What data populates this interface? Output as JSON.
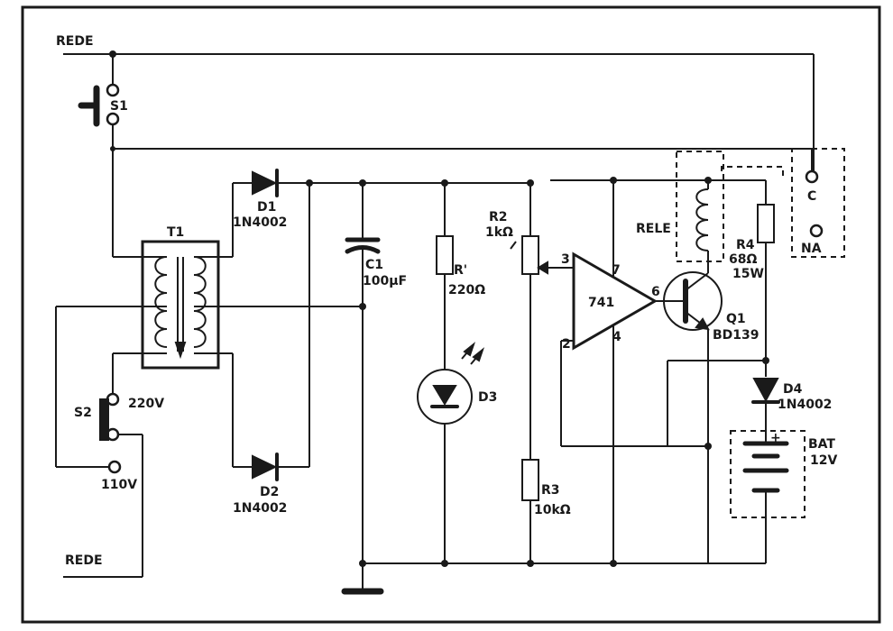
{
  "labels": {
    "rede_top": "REDE",
    "rede_bottom": "REDE",
    "s1": "S1",
    "s2": "S2",
    "v220": "220V",
    "v110": "110V",
    "t1": "T1",
    "d1": "D1",
    "d1_part": "1N4002",
    "d2": "D2",
    "d2_part": "1N4002",
    "c1": "C1",
    "c1_value": "100µF",
    "r1": "R'",
    "r1_value": "220Ω",
    "d3": "D3",
    "r2": "R2",
    "r2_value": "1kΩ",
    "r3": "R3",
    "r3_value": "10kΩ",
    "ic": "741",
    "pin3": "3",
    "pin7": "7",
    "pin2": "2",
    "pin4": "4",
    "pin6": "6",
    "q1": "Q1",
    "q1_part": "BD139",
    "rele": "RELE",
    "r4": "R4",
    "r4_value": "68Ω",
    "r4_power": "15W",
    "contact_c": "C",
    "contact_na": "NA",
    "d4": "D4",
    "d4_part": "1N4002",
    "bat": "BAT",
    "bat_voltage": "12V",
    "bat_plus": "+"
  }
}
